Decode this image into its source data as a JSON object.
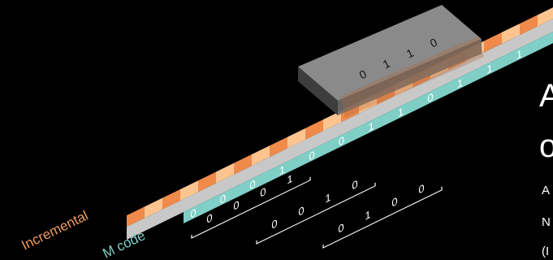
{
  "labels": {
    "incremental": "Incremental",
    "m_code": "M code"
  },
  "scale_bits": [
    "0",
    "0",
    "0",
    "1",
    "0",
    "0",
    "1",
    "1",
    "0",
    "1",
    "1",
    "1"
  ],
  "reader_bits": [
    "0",
    "1",
    "1",
    "0"
  ],
  "window_codes": [
    [
      "0",
      "0",
      "0",
      "1"
    ],
    [
      "0",
      "0",
      "1",
      "0"
    ],
    [
      "0",
      "1",
      "0",
      "0"
    ]
  ],
  "right_text": {
    "heading_a": "A",
    "heading_o": "o",
    "line_1": "A",
    "line_2": "N",
    "line_3": "(I"
  },
  "colors": {
    "background": "#000000",
    "incremental_dark": "#f08a4b",
    "incremental_light": "#fdc48f",
    "scale_gray": "#c8c8c8",
    "mcode_teal": "#7fcfc6",
    "reader_body": "#6e6e6e",
    "label_orange": "#f39a5c",
    "label_teal": "#7fcfc6"
  },
  "icons": {
    "bracket": "bracket-icon"
  }
}
